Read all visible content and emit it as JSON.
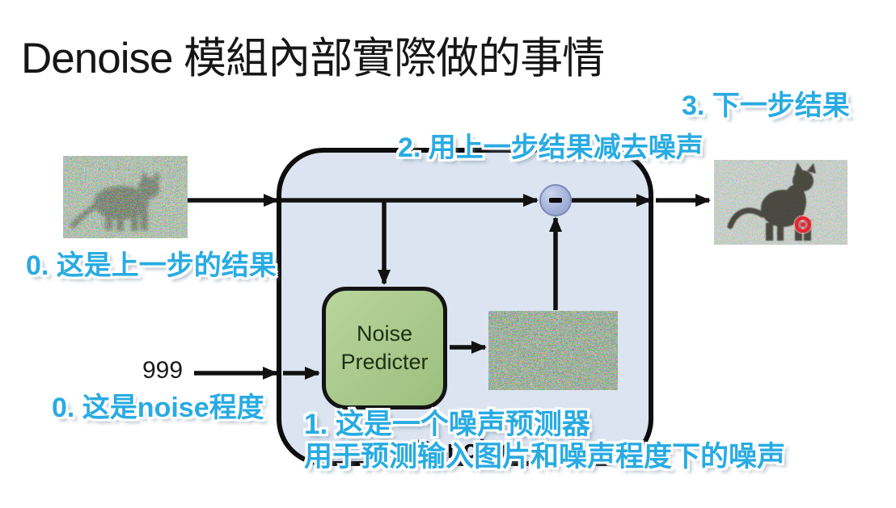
{
  "title": "Denoise 模組內部實際做的事情",
  "annotations": {
    "step0_result": "0. 这是上一步的结果",
    "step0_noise_level": "0. 这是noise程度",
    "step1_line1": "1. 这是一个噪声预测器",
    "step1_line2": "用于预测输入图片和噪声程度下的噪声",
    "step2": "2. 用上一步结果减去噪声",
    "step3": "3. 下一步结果"
  },
  "diagram": {
    "container_label": "Denoise",
    "noise_predictor": {
      "line1": "Noise",
      "line2": "Predicter"
    },
    "noise_level_value": "999",
    "minus_icon": "-",
    "images": {
      "input": "noisy-cat-image",
      "predicted_noise": "predicted-noise-image",
      "output": "denoised-cat-image"
    },
    "colors": {
      "annotation_blue": "#29ABE2",
      "container_fill": "#DBE4F0",
      "predictor_green": "#A9C98C",
      "minus_circle_blue": "#A6B3DB",
      "arrow_black": "#111111",
      "pointer_red": "#E8232E"
    }
  }
}
